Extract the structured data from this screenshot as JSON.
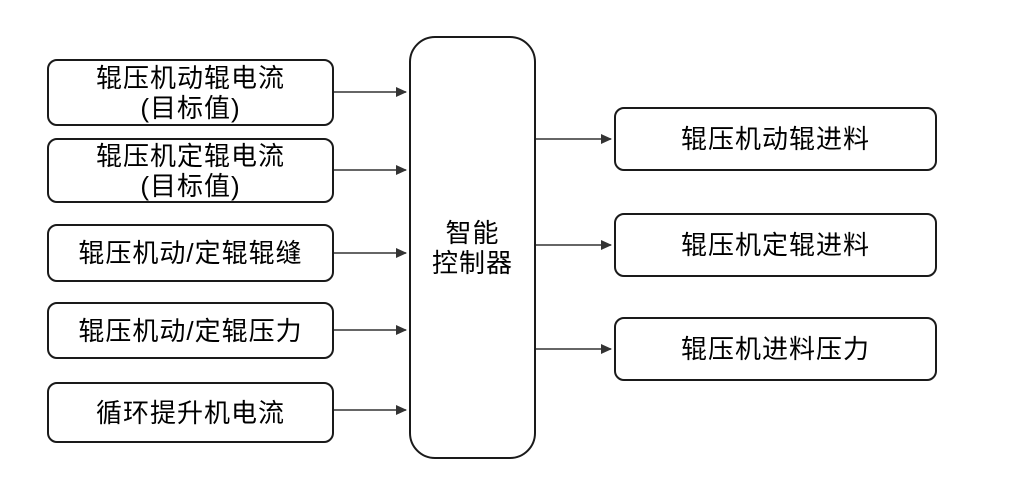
{
  "diagram": {
    "type": "flowchart",
    "inputs": [
      {
        "line1": "辊压机动辊电流",
        "line2": "(目标值)"
      },
      {
        "line1": "辊压机定辊电流",
        "line2": "(目标值)"
      },
      {
        "line1": "辊压机动/定辊辊缝",
        "line2": ""
      },
      {
        "line1": "辊压机动/定辊压力",
        "line2": ""
      },
      {
        "line1": "循环提升机电流",
        "line2": ""
      }
    ],
    "controller": {
      "line1": "智能",
      "line2": "控制器"
    },
    "outputs": [
      {
        "label": "辊压机动辊进料"
      },
      {
        "label": "辊压机定辊进料"
      },
      {
        "label": "辊压机进料压力"
      }
    ],
    "connections": {
      "input_to_controller_count": 5,
      "controller_to_output_count": 3
    },
    "colors": {
      "background": "#ffffff",
      "box_fill": "#ffffff",
      "box_border": "#1a1a1a",
      "arrow_line": "#333333",
      "text": "#000000"
    }
  }
}
